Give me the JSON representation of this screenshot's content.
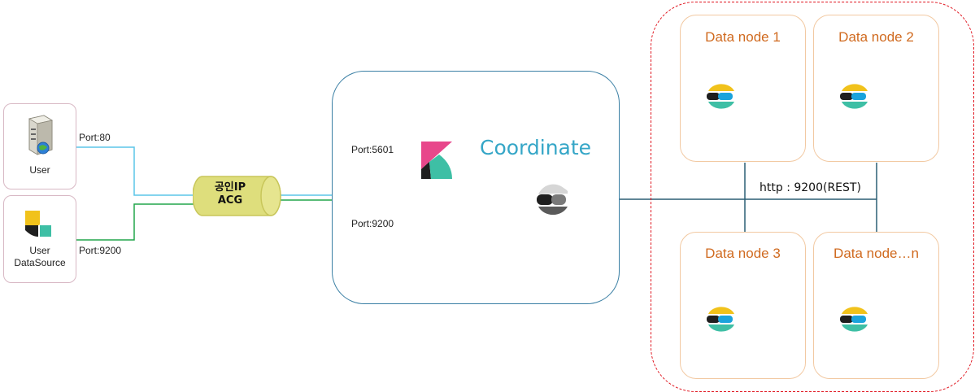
{
  "clients": {
    "user": {
      "label": "User"
    },
    "datasource": {
      "label_line1": "User",
      "label_line2": "DataSource"
    }
  },
  "ports": {
    "user_port": "Port:80",
    "datasource_port": "Port:9200",
    "kibana_port": "Port:5601",
    "es_port": "Port:9200"
  },
  "acg": {
    "line1": "공인IP",
    "line2": "ACG"
  },
  "coordinate": {
    "label": "Coordinate"
  },
  "rest": {
    "label": "http : 9200(REST)"
  },
  "nodes": [
    {
      "label": "Data node 1"
    },
    {
      "label": "Data node 2"
    },
    {
      "label": "Data node 3"
    },
    {
      "label": "Data node…n"
    }
  ],
  "colors": {
    "cyan_line": "#5bc5e8",
    "green_line": "#22a64c",
    "cluster_border": "#e0151f",
    "node_border": "#f2c9a2",
    "node_text": "#d06a1f",
    "coordinate_text": "#35a6c7",
    "coordinate_border": "#3a7fa4",
    "acg_fill": "#dede7c"
  }
}
